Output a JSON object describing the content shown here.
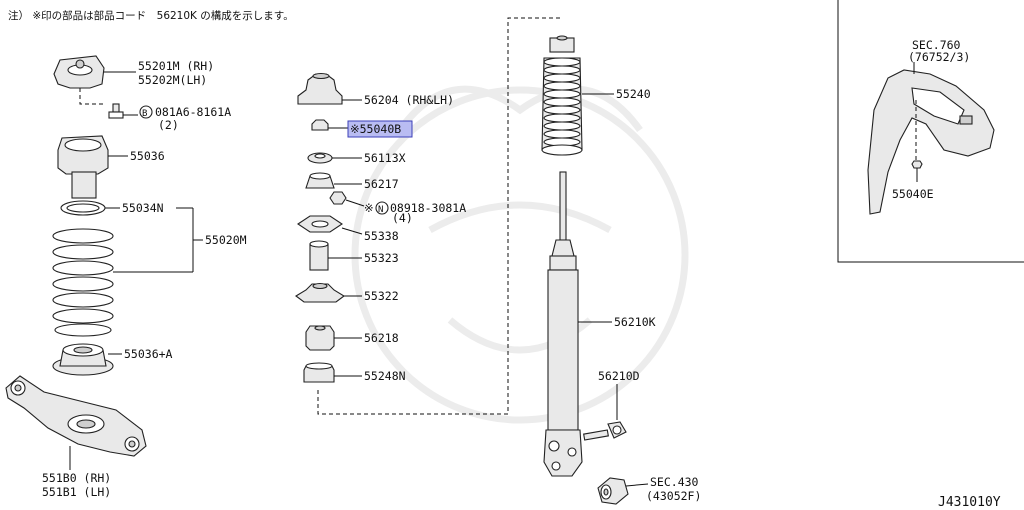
{
  "note": "注） ※印の部品は部品コード　56210K の構成を示します。",
  "figure_id": "J431010Y",
  "labels": {
    "p55201m": "55201M (RH)",
    "p55202m": "55202M(LH)",
    "p081a6": "081A6-8161A",
    "p081a6_qty": "(2)",
    "p081a6_prefix": "B",
    "p55036": "55036",
    "p55034n": "55034N",
    "p55020m": "55020M",
    "p55036a": "55036+A",
    "p551b0": "551B0 (RH)",
    "p551b1": "551B1 (LH)",
    "p56204": "56204 (RH&LH)",
    "p55040b": "※55040B",
    "p56113x": "56113X",
    "p56217": "56217",
    "p08918_mark": "※",
    "p08918_prefix": "N",
    "p08918": "08918-3081A",
    "p08918_qty": "(4)",
    "p55338": "55338",
    "p55323": "55323",
    "p55322": "55322",
    "p56218": "56218",
    "p55248n": "55248N",
    "p55240": "55240",
    "p56210k": "56210K",
    "p56210d": "56210D",
    "sec430": "SEC.430",
    "sec430_sub": "(43052F)",
    "sec760": "SEC.760",
    "sec760_sub": "(76752/3)",
    "p55040e": "55040E"
  },
  "colors": {
    "line": "#111111",
    "highlight_fill": "#b9bcf2",
    "highlight_border": "#3c3fb8",
    "watermark": "#ececec"
  }
}
